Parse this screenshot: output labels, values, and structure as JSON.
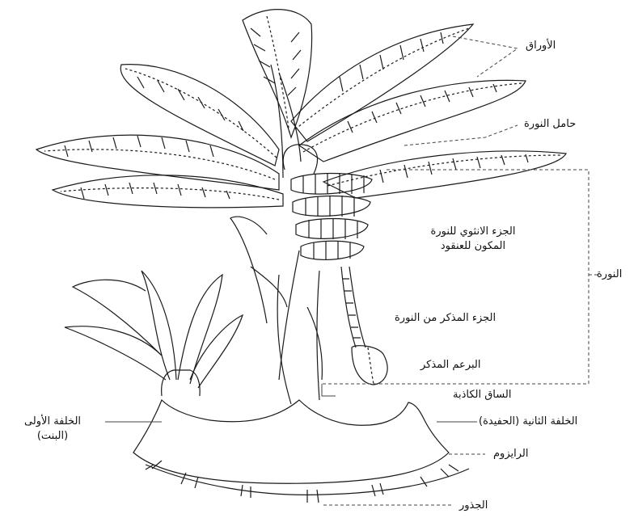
{
  "colors": {
    "line": "#1a1a1a",
    "background": "#ffffff",
    "leader": "#444444"
  },
  "labels": {
    "leaves": "الأوراق",
    "peduncle": "حامل النورة",
    "female_part_line1": "الجزء الانثوي للنورة",
    "female_part_line2": "المكون للعنقود",
    "inflorescence": "النورة",
    "male_part": "الجزء المذكر من النورة",
    "male_bud": "البرعم المذكر",
    "pseudostem": "الساق الكاذبة",
    "first_offshoot_line1": "الخلفة الأولى",
    "first_offshoot_line2": "(البنت)",
    "second_offshoot": "الخلفة الثانية (الحفيدة)",
    "rhizome": "الرايزوم",
    "roots": "الجذور"
  }
}
